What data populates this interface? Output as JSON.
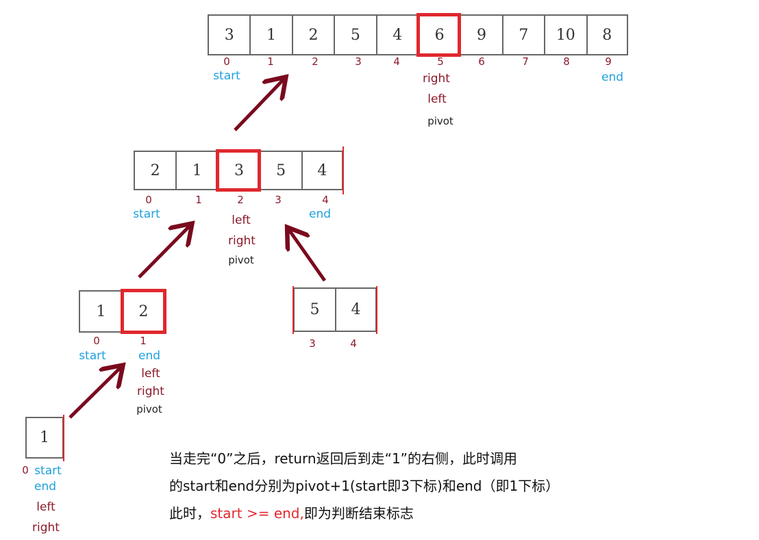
{
  "arrays": [
    {
      "id": "level1",
      "values": [
        "3",
        "1",
        "2",
        "5",
        "4",
        "6",
        "9",
        "7",
        "10",
        "8"
      ],
      "indices": [
        "0",
        "1",
        "2",
        "3",
        "4",
        "5",
        "6",
        "7",
        "8",
        "9"
      ],
      "pivot_index": 5
    },
    {
      "id": "level2",
      "values": [
        "2",
        "1",
        "3",
        "5",
        "4"
      ],
      "indices": [
        "0",
        "1",
        "2",
        "3",
        "4"
      ],
      "pivot_index": 2
    },
    {
      "id": "level3-left",
      "values": [
        "1",
        "2"
      ],
      "indices": [
        "0",
        "1"
      ],
      "pivot_index": 1
    },
    {
      "id": "level3-right",
      "values": [
        "5",
        "4"
      ],
      "indices": [
        "3",
        "4"
      ],
      "pivot_index": null
    },
    {
      "id": "level4",
      "values": [
        "1"
      ],
      "indices": [
        "0"
      ],
      "pivot_index": null
    }
  ],
  "labels": {
    "start": "start",
    "end": "end",
    "left": "left",
    "right": "right",
    "pivot": "pivot"
  },
  "note": {
    "line1": "当走完“0”之后，return返回后到走“1”的右侧，此时调用",
    "line2": "的start和end分别为pivot+1(start即3下标)和end（即1下标）",
    "line3_prefix": "此时，",
    "line3_highlight": "start >= end,",
    "line3_suffix": "即为判断结束标志"
  },
  "colors": {
    "highlight": "#e0282e",
    "index": "#8b1a2b",
    "pointer": "#1ea0dc",
    "arrow": "#7a0a1e"
  }
}
